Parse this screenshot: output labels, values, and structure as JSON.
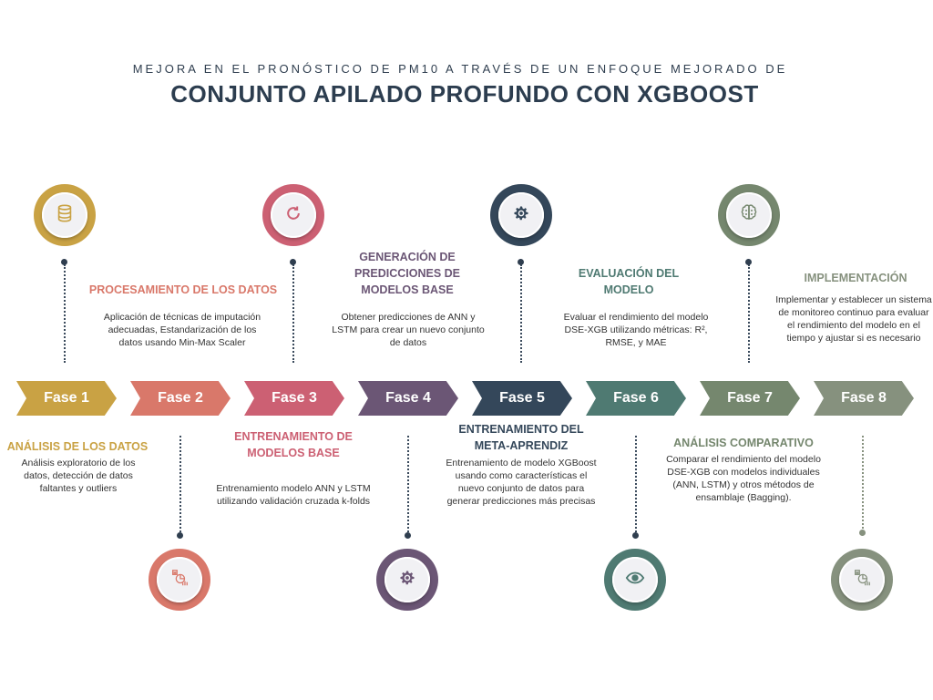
{
  "header": {
    "subtitle": "MEJORA EN EL PRONÓSTICO DE PM10 A TRAVÉS DE UN ENFOQUE MEJORADO DE",
    "title": "CONJUNTO APILADO PROFUNDO CON XGBOOST"
  },
  "phases": [
    {
      "label": "Fase 1",
      "color": "#c9a244"
    },
    {
      "label": "Fase 2",
      "color": "#d9786a"
    },
    {
      "label": "Fase 3",
      "color": "#cc6073"
    },
    {
      "label": "Fase 4",
      "color": "#6b5675"
    },
    {
      "label": "Fase 5",
      "color": "#34475a"
    },
    {
      "label": "Fase 6",
      "color": "#4f7a72"
    },
    {
      "label": "Fase 7",
      "color": "#75876e"
    },
    {
      "label": "Fase 8",
      "color": "#86917e"
    }
  ],
  "steps": [
    {
      "heading": "ANÁLISIS DE LOS DATOS",
      "text": "Análisis exploratorio de los datos, detección de datos faltantes y outliers",
      "icon": "chart-document-icon",
      "color": "#c9a244"
    },
    {
      "heading": "PROCESAMIENTO DE LOS DATOS",
      "text": "Aplicación de técnicas de imputación adecuadas, Estandarización de los datos usando Min-Max Scaler",
      "icon": "database-icon",
      "color": "#d9786a"
    },
    {
      "heading": "ENTRENAMIENTO DE MODELOS BASE",
      "text": "Entrenamiento modelo ANN y LSTM utilizando validación cruzada k-folds",
      "icon": "refresh-icon",
      "color": "#cc6073"
    },
    {
      "heading": "GENERACIÓN DE PREDICCIONES DE MODELOS BASE",
      "text": "Obtener predicciones de ANN y LSTM para crear un nuevo conjunto de datos",
      "icon": "gear-icon",
      "color": "#6b5675"
    },
    {
      "heading": "ENTRENAMIENTO DEL META-APRENDIZ",
      "text": "Entrenamiento de modelo XGBoost usando como características el nuevo conjunto de datos para generar predicciones más precisas",
      "icon": "gear-icon",
      "color": "#34475a"
    },
    {
      "heading": "EVALUACIÓN DEL MODELO",
      "text": "Evaluar el rendimiento del modelo DSE-XGB utilizando métricas: R², RMSE, y MAE",
      "icon": "eye-icon",
      "color": "#4f7a72"
    },
    {
      "heading": "ANÁLISIS COMPARATIVO",
      "text": "Comparar el rendimiento del modelo DSE-XGB con modelos individuales (ANN, LSTM) y otros métodos de ensamblaje (Bagging).",
      "icon": "brain-icon",
      "color": "#75876e"
    },
    {
      "heading": "IMPLEMENTACIÓN",
      "text": "Implementar y establecer un sistema de monitoreo continuo para evaluar el rendimiento del modelo en el tiempo y ajustar si es necesario",
      "icon": "chart-document-icon",
      "color": "#86917e"
    }
  ]
}
